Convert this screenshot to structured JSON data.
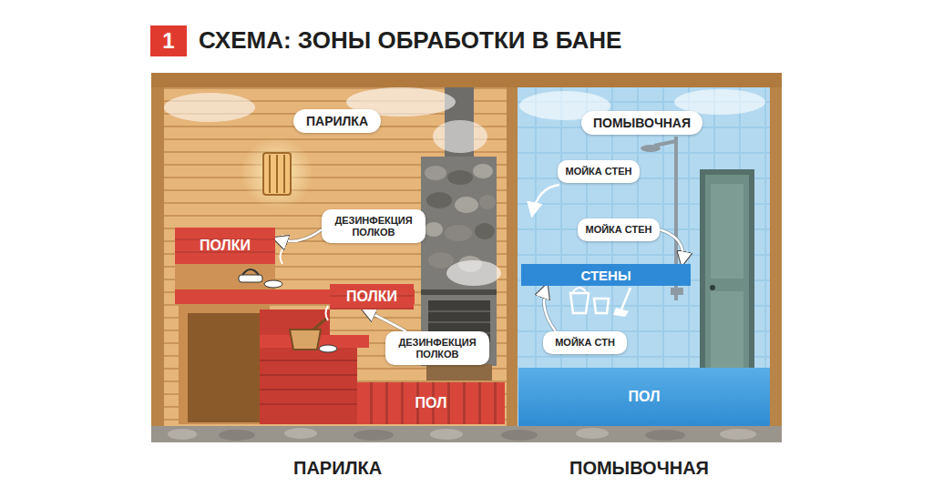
{
  "diagram": {
    "title": "СХЕМА: ЗОНЫ ОБРАБОТКИ В БАНЕ",
    "nodes": [
      {
        "text": [
          "1"
        ]
      },
      {
        "text": [
          "ПАРИЛКА"
        ]
      },
      {
        "text": [
          "ДЕЗИНФЕКЦИЯ ПОЛКОВ"
        ]
      },
      {
        "text": [
          "ПОЛКИ"
        ]
      },
      {
        "text": [
          "ПОЛКИ"
        ]
      },
      {
        "text": [
          "ДЕЗИНФЕКЦИЯ ПОЛКОВ"
        ]
      },
      {
        "text": [
          "ПОЛ"
        ]
      },
      {
        "text": [
          "ПОМЫВОЧНАЯ"
        ]
      },
      {
        "text": [
          "МОЙКА СТЕН"
        ]
      },
      {
        "text": [
          "МОЙКА СТЕН"
        ]
      },
      {
        "text": [
          "СТЕНЫ"
        ]
      },
      {
        "text": [
          "МОЙКА СТН"
        ]
      },
      {
        "text": [
          "ПОЛ"
        ]
      }
    ],
    "edges": [
      {
        "from": 2,
        "to": 3,
        "arrow": "to"
      },
      {
        "from": 5,
        "to": 4,
        "arrow": "to"
      },
      {
        "from": 9,
        "to": 10,
        "arrow": "to"
      },
      {
        "from": 11,
        "to": 10,
        "arrow": "to"
      }
    ],
    "labels": [
      "ПАРИЛКА",
      "ПОМЫВОЧНАЯ"
    ]
  }
}
